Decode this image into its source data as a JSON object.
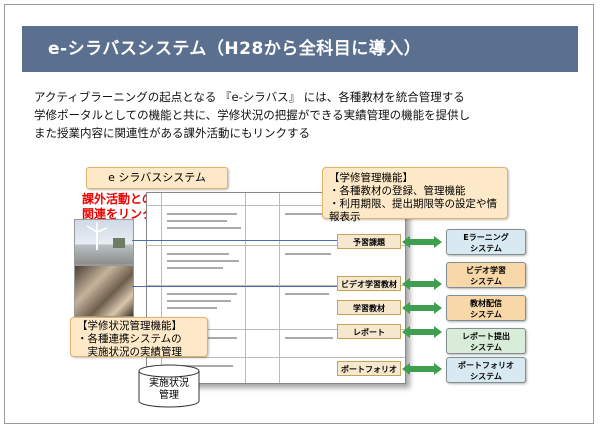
{
  "slide": {
    "title": "e-シラバスシステム（H28から全科目に導入）",
    "intro_lines": [
      "アクティブラーニングの起点となる 『e-シラバス』 には、各種教材を統合管理する",
      "学修ポータルとしての機能と共に、学修状況の把握ができる実績管理の機能を提供し",
      "また授業内容に関連性がある課外活動にもリンクする"
    ]
  },
  "diagram": {
    "system_label": "e シラバスシステム",
    "extracurricular_label": [
      "課外活動との",
      "関連をリンク"
    ],
    "management_box": {
      "heading": "【学修管理機能】",
      "items": [
        "・各種教材の登録、管理機能",
        "・利用期限、提出期限等の設定や情報表示"
      ]
    },
    "status_box": {
      "heading": "【学修状況管理機能】",
      "items": [
        "・各種連携システムの",
        "　実施状況の実績管理"
      ]
    },
    "database_label": [
      "実施状況",
      "管理"
    ],
    "functions": [
      "予習課題",
      "ビデオ学習教材",
      "学習教材",
      "レポート",
      "ポートフォリオ"
    ],
    "systems": [
      {
        "label": [
          "Eラーニング",
          "システム"
        ],
        "color": "#d8e9f1"
      },
      {
        "label": [
          "ビデオ学習",
          "システム"
        ],
        "color": "#f8d7a9"
      },
      {
        "label": [
          "教材配信",
          "システム"
        ],
        "color": "#f8d7a9"
      },
      {
        "label": [
          "レポート提出",
          "システム"
        ],
        "color": "#d8ecd9"
      },
      {
        "label": [
          "ポートフォリオ",
          "システム"
        ],
        "color": "#d8e9f1"
      }
    ]
  }
}
